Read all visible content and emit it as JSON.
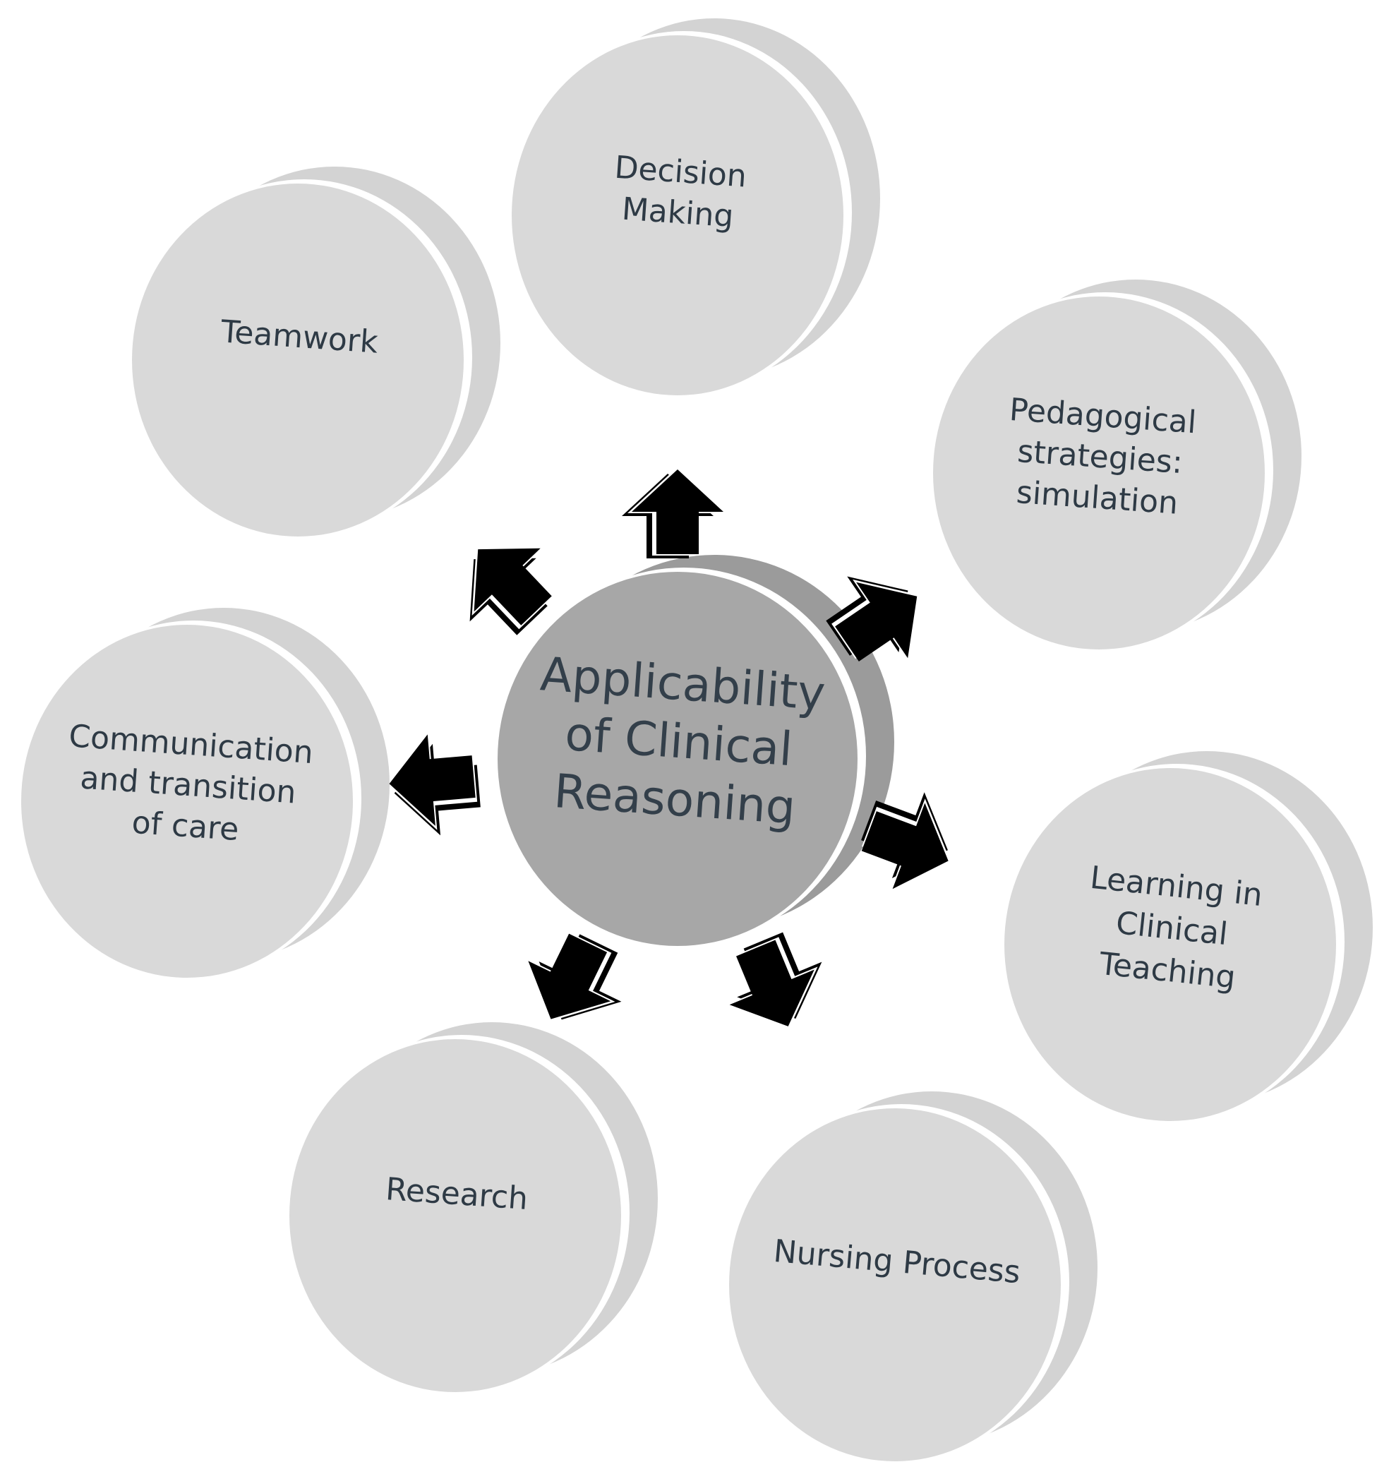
{
  "diagram": {
    "center": {
      "id": "applicability",
      "lines": [
        "Applicability",
        "of Clinical",
        "Reasoning"
      ]
    },
    "nodes": [
      {
        "id": "decision-making",
        "lines": [
          "Decision",
          "Making"
        ]
      },
      {
        "id": "pedagogical-strategies",
        "lines": [
          "Pedagogical",
          "strategies:",
          "simulation"
        ]
      },
      {
        "id": "learning-clinical-teaching",
        "lines": [
          "Learning in",
          "Clinical",
          "Teaching"
        ]
      },
      {
        "id": "nursing-process",
        "lines": [
          "Nursing Process"
        ]
      },
      {
        "id": "research",
        "lines": [
          "Research"
        ]
      },
      {
        "id": "communication",
        "lines": [
          "Communication",
          "and transition",
          "of care"
        ]
      },
      {
        "id": "teamwork",
        "lines": [
          "Teamwork"
        ]
      }
    ],
    "colors": {
      "node_face": "#d9d9d9",
      "node_back": "#d3d3d3",
      "center_face": "#a7a7a7",
      "center_back": "#9b9b9b",
      "rim": "#ffffff",
      "arrow": "#000000",
      "text": "#2e3a45"
    }
  }
}
